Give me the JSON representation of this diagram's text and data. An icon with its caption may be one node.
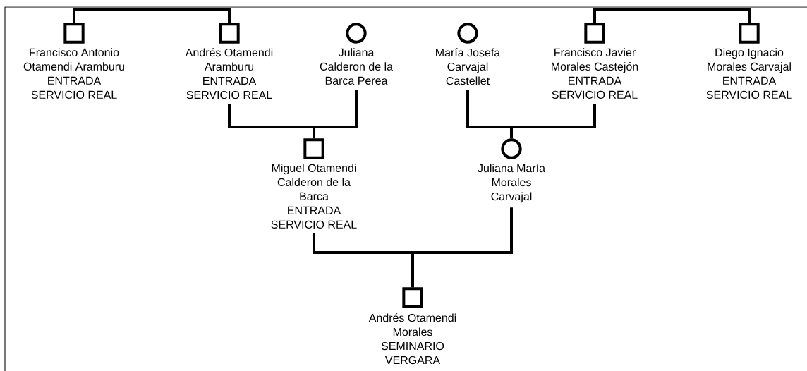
{
  "diagram": {
    "nodes": [
      {
        "text": [
          "Francisco Antonio Otamendi Aramburu",
          "ENTRADA SERVICIO REAL"
        ]
      },
      {
        "text": [
          "Andrés Otamendi Aramburu",
          "ENTRADA SERVICIO REAL"
        ]
      },
      {
        "text": [
          "Juliana Calderon de la Barca Perea"
        ]
      },
      {
        "text": [
          "María Josefa Carvajal Castellet"
        ]
      },
      {
        "text": [
          "Francisco Javier Morales Castejón",
          "ENTRADA SERVICIO REAL"
        ]
      },
      {
        "text": [
          "Diego Ignacio Morales Carvajal",
          "ENTRADA SERVICIO REAL"
        ]
      },
      {
        "text": [
          "Miguel Otamendi Calderon de la Barca",
          "ENTRADA SERVICIO REAL"
        ]
      },
      {
        "text": [
          "Juliana María Morales Carvajal"
        ]
      },
      {
        "text": [
          "Andrés Otamendi Morales",
          "SEMINARIO VERGARA"
        ]
      }
    ],
    "edges": [
      {
        "from": 0,
        "to": 1,
        "arrow": "none"
      },
      {
        "from": 1,
        "to": 6,
        "arrow": "none"
      },
      {
        "from": 2,
        "to": 6,
        "arrow": "none"
      },
      {
        "from": 3,
        "to": 7,
        "arrow": "none"
      },
      {
        "from": 4,
        "to": 7,
        "arrow": "none"
      },
      {
        "from": 4,
        "to": 5,
        "arrow": "none"
      },
      {
        "from": 6,
        "to": 8,
        "arrow": "none"
      },
      {
        "from": 7,
        "to": 8,
        "arrow": "none"
      }
    ]
  }
}
